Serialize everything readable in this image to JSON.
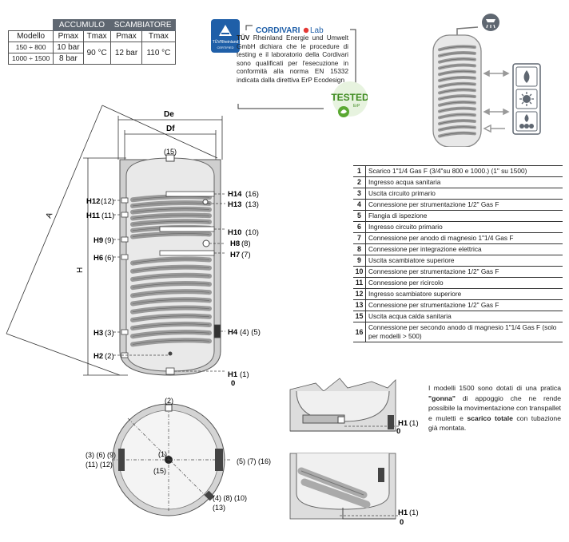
{
  "spec_table": {
    "group_headers": [
      "ACCUMULO",
      "SCAMBIATORE"
    ],
    "columns": [
      "Modello",
      "Pmax",
      "Tmax",
      "Pmax",
      "Tmax"
    ],
    "rows": [
      {
        "model": "150 ÷ 800",
        "acc_pmax": "10 bar"
      },
      {
        "model": "1000 ÷ 1500",
        "acc_pmax": "8 bar"
      }
    ],
    "acc_tmax": "90 °C",
    "sc_pmax": "12 bar",
    "sc_tmax": "110 °C"
  },
  "certification": {
    "tuv_badge": "TÜVRheinland",
    "tuv_sub": "CERTIFIED",
    "lab_brand": "CORDIVARI",
    "lab_suffix": "Lab",
    "lead": "TÜV",
    "text": "Rheinland Energie und Umwelt GmbH dichiara che le procedure di testing e il laboratorio della Cordivari sono qualificati per l'esecuzione in conformità alla norma EN 15332 indicata dalla direttiva ErP Ecodesign",
    "tested": "TESTED",
    "tested_sub": "ErP"
  },
  "diagram_labels": {
    "De": "De",
    "Df": "Df",
    "A": "A",
    "H": "H",
    "c15": "(15)",
    "h12": "H12",
    "n12": "(12)",
    "h11": "H11",
    "n11": "(11)",
    "h9": "H9",
    "n9": "(9)",
    "h6": "H6",
    "n6": "(6)",
    "h3": "H3",
    "n3": "(3)",
    "h2": "H2",
    "n2": "(2)",
    "h14": "H14",
    "n16": "(16)",
    "h13": "H13",
    "n13": "(13)",
    "h10": "H10",
    "n10": "(10)",
    "h8": "H8",
    "n8": "(8)",
    "h7": "H7",
    "n7": "(7)",
    "h4": "H4",
    "n45": "(4) (5)",
    "h1": "H1",
    "n1": "(1)",
    "zero": "0"
  },
  "plan_labels": {
    "top": "(2)",
    "left1": "(3) (6) (9)",
    "left2": "(11) (12)",
    "center1": "(1)",
    "center2": "(15)",
    "right": "(5) (7) (16)",
    "bottom1": "(4) (8) (10)",
    "bottom2": "(13)"
  },
  "detail_labels": {
    "h1a": "H1",
    "n1a": "(1)",
    "zeroa": "0",
    "h1b": "H1",
    "n1b": "(1)",
    "zerob": "0"
  },
  "legend": [
    {
      "num": "1",
      "text": "Scarico 1\"1/4 Gas F (3/4\"su 800 e 1000.) (1\" su 1500)"
    },
    {
      "num": "2",
      "text": "Ingresso acqua sanitaria"
    },
    {
      "num": "3",
      "text": "Uscita circuito primario"
    },
    {
      "num": "4",
      "text": "Connessione per strumentazione 1/2\" Gas F"
    },
    {
      "num": "5",
      "text": "Flangia di ispezione"
    },
    {
      "num": "6",
      "text": "Ingresso circuito primario"
    },
    {
      "num": "7",
      "text": "Connessione per anodo di magnesio 1\"1/4 Gas F"
    },
    {
      "num": "8",
      "text": "Connessione per integrazione elettrica"
    },
    {
      "num": "9",
      "text": "Uscita scambiatore superiore"
    },
    {
      "num": "10",
      "text": "Connessione per strumentazione 1/2\" Gas F"
    },
    {
      "num": "11",
      "text": "Connessione per ricircolo"
    },
    {
      "num": "12",
      "text": "Ingresso scambiatore superiore"
    },
    {
      "num": "13",
      "text": "Connessione per strumentazione 1/2\" Gas F"
    },
    {
      "num": "15",
      "text": "Uscita acqua calda sanitaria"
    },
    {
      "num": "16",
      "text": "Connessione per secondo anodo di magnesio 1\"1/4 Gas F (solo per modelli > 500)"
    }
  ],
  "note": {
    "p1": "I modelli 1500 sono dotati di una pratica ",
    "b1": "\"gonna\"",
    "p2": " di appoggio che ne rende possibile la movimentazione con transpallet e muletti e ",
    "b2": "scarico totale",
    "p3": " con tubazione già montata."
  },
  "icons": [
    "shower-icon",
    "flame-icon",
    "sun-icon",
    "heat-pump-icon"
  ],
  "colors": {
    "tank_fill": "#e3e3e3",
    "coil": "#aaaaaa",
    "table_header": "#5f6771",
    "tested_green": "#5aa832"
  }
}
